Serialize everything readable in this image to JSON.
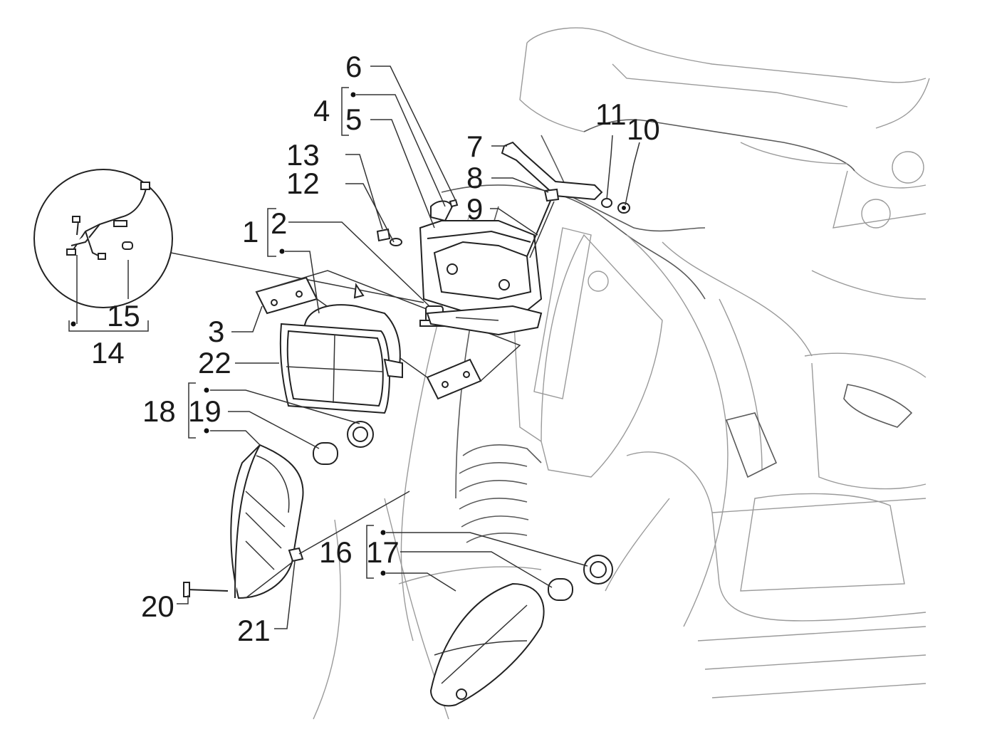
{
  "labels": [
    {
      "id": "6",
      "text": "6"
    },
    {
      "id": "4",
      "text": "4"
    },
    {
      "id": "5",
      "text": "5"
    },
    {
      "id": "11",
      "text": "11"
    },
    {
      "id": "10",
      "text": "10"
    },
    {
      "id": "7",
      "text": "7"
    },
    {
      "id": "13",
      "text": "13"
    },
    {
      "id": "12",
      "text": "12"
    },
    {
      "id": "8",
      "text": "8"
    },
    {
      "id": "9",
      "text": "9"
    },
    {
      "id": "1",
      "text": "1"
    },
    {
      "id": "2",
      "text": "2"
    },
    {
      "id": "15",
      "text": "15"
    },
    {
      "id": "14",
      "text": "14"
    },
    {
      "id": "3",
      "text": "3"
    },
    {
      "id": "22",
      "text": "22"
    },
    {
      "id": "18",
      "text": "18"
    },
    {
      "id": "19",
      "text": "19"
    },
    {
      "id": "16",
      "text": "16"
    },
    {
      "id": "17",
      "text": "17"
    },
    {
      "id": "20",
      "text": "20"
    },
    {
      "id": "21",
      "text": "21"
    }
  ]
}
